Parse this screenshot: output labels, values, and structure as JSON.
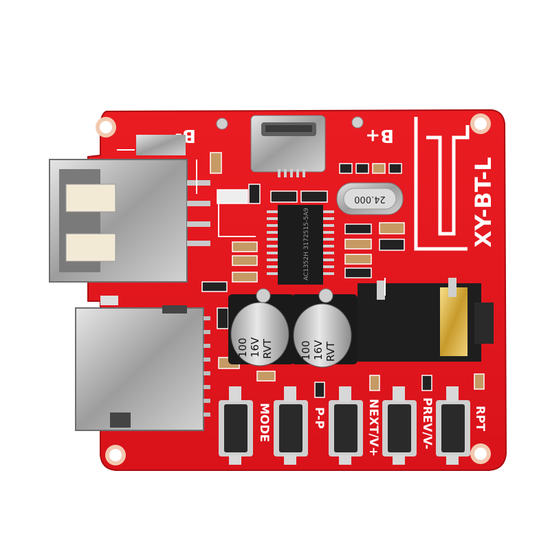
{
  "board": {
    "model_label": "XY-BT-L",
    "pad_negative": "B-",
    "pad_positive": "B+",
    "crystal_marking": "24.000",
    "chip_marking": "AC1352H 3172515-5A9",
    "capacitors": [
      {
        "line1": "100",
        "line2": "16V",
        "line3": "RVT"
      },
      {
        "line1": "100",
        "line2": "16V",
        "line3": "RVT"
      }
    ],
    "buttons": [
      {
        "label": "MODE"
      },
      {
        "label": "P-P"
      },
      {
        "label": "NEXT/V+"
      },
      {
        "label": "PREV/V-"
      },
      {
        "label": "RPT"
      }
    ]
  },
  "colors": {
    "pcb": "#e3141b",
    "pcb_dark": "#b80d12",
    "silkscreen": "#ffffff",
    "metal": "#b9b9b9",
    "button_body": "#2a2a2a"
  },
  "icons": {
    "antenna": "pcb-trace-antenna-icon",
    "usb": "usb-a-port-icon",
    "micro_usb": "micro-usb-port-icon",
    "sd": "tf-card-slot-icon",
    "audio": "audio-jack-icon"
  }
}
